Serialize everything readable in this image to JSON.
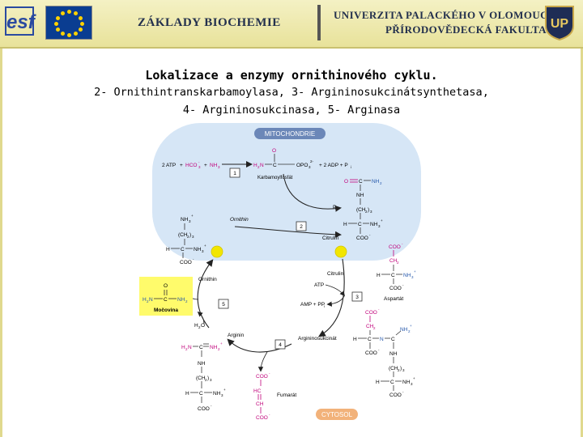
{
  "header": {
    "esf_logo": "esf",
    "eu_flag_icon": "eu-flag-icon",
    "course_title": "ZÁKLADY BIOCHEMIE",
    "university_line1": "UNIVERZITA PALACKÉHO V OLOMOUCI",
    "university_line2": "PŘÍRODOVĚDECKÁ FAKULTA",
    "university_logo_icon": "upol-logo-icon"
  },
  "slide": {
    "title": "Lokalizace a enzymy ornithinového cyklu.",
    "subtitle_line1": "2- Ornithintranskarbamoylasa, 3- Argininosukcinátsynthetasa,",
    "subtitle_line2": "4- Argininosukcinasa, 5- Arginasa"
  },
  "diagram": {
    "compartment_mito": "MITOCHONDRIE",
    "compartment_cyto": "CYTOSOL",
    "colors": {
      "mito_fill": "#d6e6f6",
      "label_fill": "#6b87b8",
      "cytosol_label": "#f2b27a",
      "magenta": "#c0007a",
      "blue": "#2255aa",
      "bond": "#333333",
      "arrow": "#222222",
      "highlight": "#fffb6b",
      "yellow_dot": "#f2e600"
    },
    "reaction1": {
      "left1": "2 ATP",
      "plus1": "+",
      "hco3": "HCO",
      "hco3_sub": "3",
      "hco3_sup": "-",
      "plus2": "+",
      "nh3": "NH",
      "nh3_sub": "3",
      "right": "+ 2 ADP + P",
      "right_sub": "i",
      "enzyme": "1"
    },
    "carbamoyl": {
      "o": "O",
      "h2n": "H",
      "h2n_sub": "2",
      "h2n_n": "N",
      "c": "C",
      "opo": "OPO",
      "opo_sub": "3",
      "opo_sup": "2-",
      "label": "Karbamoylfosfát"
    },
    "citrulin_mito": {
      "o": "O",
      "c": "C",
      "nh2": "NH",
      "nh2_sub": "2",
      "nh": "NH",
      "ch2": "(CH",
      "ch2_sub": "2",
      "ch2_close": ")",
      "ch2_sub2": "3",
      "h": "H",
      "c2": "C",
      "nh3": "NH",
      "nh3_sub": "3",
      "nh3_sup": "+",
      "coo": "COO",
      "coo_sup": "-",
      "label": "Citrulin"
    },
    "pi": "P",
    "pi_sub": "i",
    "ornithin_mito": {
      "nh3": "NH",
      "nh3_sub": "3",
      "nh3_sup": "+",
      "ch2": "(CH",
      "ch2_sub": "2",
      "ch2_close": ")",
      "ch2_sub2": "3",
      "h": "H",
      "c": "C",
      "nh3b": "NH",
      "nh3b_sub": "3",
      "nh3b_sup": "+",
      "coo": "COO",
      "coo_sup": "-",
      "label": "Ornithin"
    },
    "enzyme2": "2",
    "citrulin_cyto_label": "Citrulin",
    "atp": "ATP",
    "amp": "AMP + PP",
    "amp_sub": "i",
    "enzyme3": "3",
    "aspartat": {
      "coo_top": "COO",
      "coo_top_sup": "-",
      "ch2": "CH",
      "ch2_sub": "2",
      "h": "H",
      "c": "C",
      "nh3": "NH",
      "nh3_sub": "3",
      "nh3_sup": "+",
      "coo": "COO",
      "coo_sup": "-",
      "label": "Aspartát"
    },
    "argininosukcinat": {
      "coo_top": "COO",
      "coo_top_sup": "-",
      "ch2": "CH",
      "ch2_sub": "2",
      "h": "H",
      "c": "C",
      "n": "N",
      "c2": "C",
      "nh2": "NH",
      "nh2_sub": "2",
      "nh2_sup": "+",
      "coo": "COO",
      "coo_sup": "-",
      "nh": "NH",
      "ch2b": "(CH",
      "ch2b_sub": "2",
      "ch2b_close": ")",
      "ch2b_sub2": "3",
      "hb": "H",
      "cb": "C",
      "nh3": "NH",
      "nh3_sub": "3",
      "nh3_sup": "+",
      "coob": "COO",
      "coob_sup": "-",
      "label": "Argininosukcinát"
    },
    "enzyme4": "4",
    "fumarat": {
      "coo_top": "COO",
      "coo_top_sup": "-",
      "hc": "HC",
      "ch": "CH",
      "coo": "COO",
      "coo_sup": "-",
      "label": "Fumarát"
    },
    "arginin": {
      "h2n": "H",
      "h2n_sub": "2",
      "h2n_n": "N",
      "c": "C",
      "nh2": "NH",
      "nh2_sub": "2",
      "nh2_sup": "+",
      "nh": "NH",
      "ch2": "(CH",
      "ch2_sub": "2",
      "ch2_close": ")",
      "ch2_sub2": "3",
      "h": "H",
      "c2": "C",
      "nh3": "NH",
      "nh3_sub": "3",
      "nh3_sup": "+",
      "coo": "COO",
      "coo_sup": "-",
      "label": "Arginin"
    },
    "h2o": "H",
    "h2o_sub": "2",
    "h2o_o": "O",
    "enzyme5": "5",
    "ornithin_cyto_label": "Ornithin",
    "mocovina": {
      "o": "O",
      "h2n": "H",
      "h2n_sub": "2",
      "h2n_n": "N",
      "c": "C",
      "nh2": "NH",
      "nh2_sub": "2",
      "label": "Močovina"
    }
  }
}
